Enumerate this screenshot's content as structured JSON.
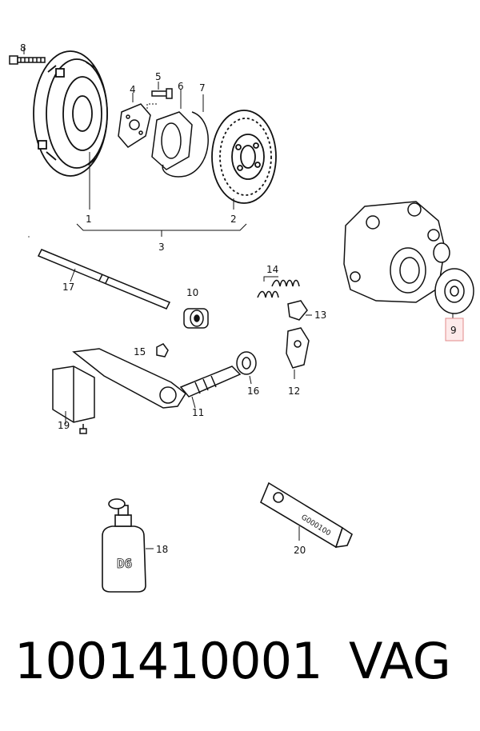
{
  "diagram": {
    "callouts": {
      "c1": "1",
      "c2": "2",
      "c3": "3",
      "c4": "4",
      "c5": "5",
      "c6": "6",
      "c7": "7",
      "c8": "8",
      "c9": "9",
      "c10": "10",
      "c11": "11",
      "c12": "12",
      "c13": "13",
      "c14": "14",
      "c15": "15",
      "c16": "16",
      "c17": "17",
      "c18": "18",
      "c19": "19",
      "c20": "20"
    },
    "highlighted_callout": "9",
    "highlight_color": "#e28a8a",
    "tube_label": "G000100",
    "bottle_label": "D6"
  },
  "footer": {
    "part_number": "1001410001",
    "brand": "VAG"
  }
}
